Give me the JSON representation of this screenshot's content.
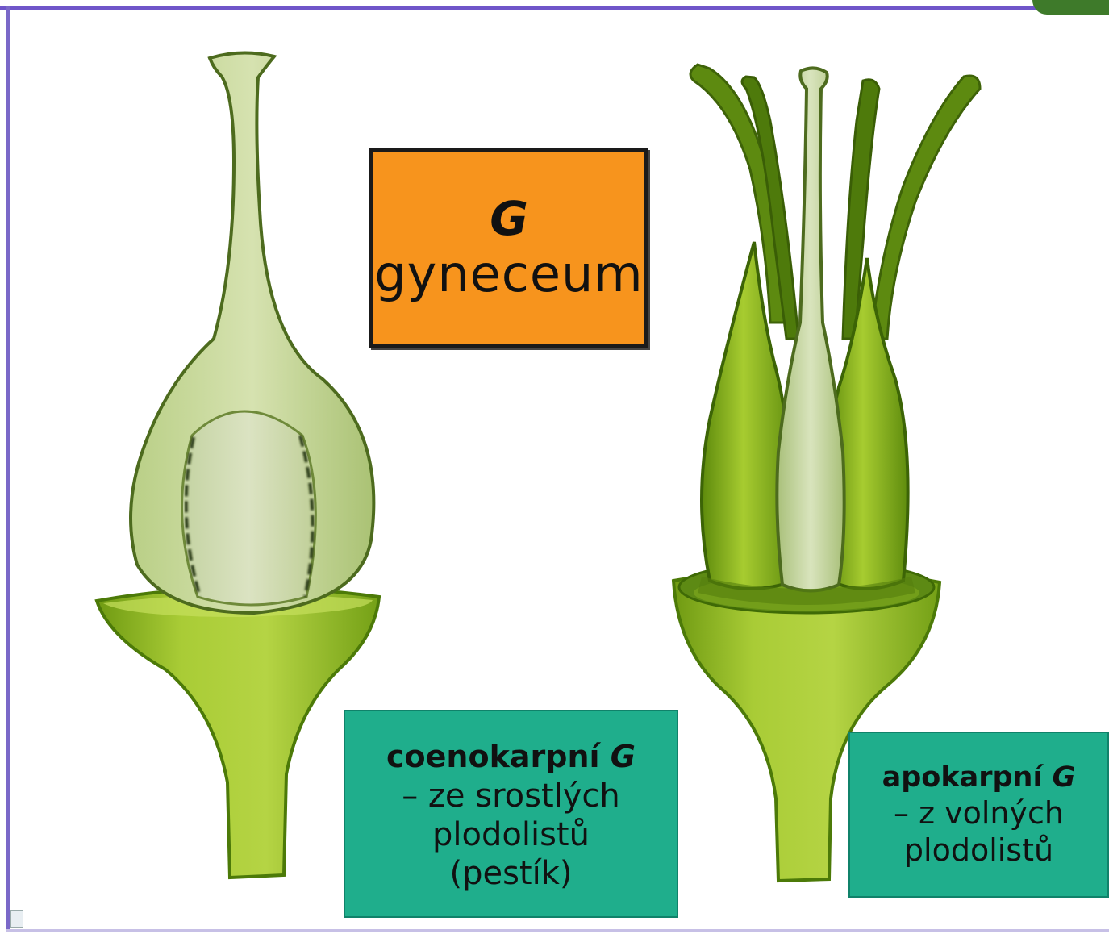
{
  "gyneceum_label": {
    "symbol": "G",
    "name": "gyneceum"
  },
  "coenocarp_label": {
    "title": "coenokarpní",
    "title_symbol": "G",
    "line1": "– ze srostlých",
    "line2": "plodolistů",
    "line3": "(pestík)"
  },
  "apocarp_label": {
    "title": "apokarpní",
    "title_symbol": "G",
    "line1": "– z volných",
    "line2": "plodolistů"
  },
  "colors": {
    "orange_box": "#f7941d",
    "teal_box": "#1fae8c",
    "frame": "#6f55c9",
    "pale_green": "#c8d89a",
    "bright_green": "#9fc42c",
    "dark_green": "#4f7c0c"
  }
}
